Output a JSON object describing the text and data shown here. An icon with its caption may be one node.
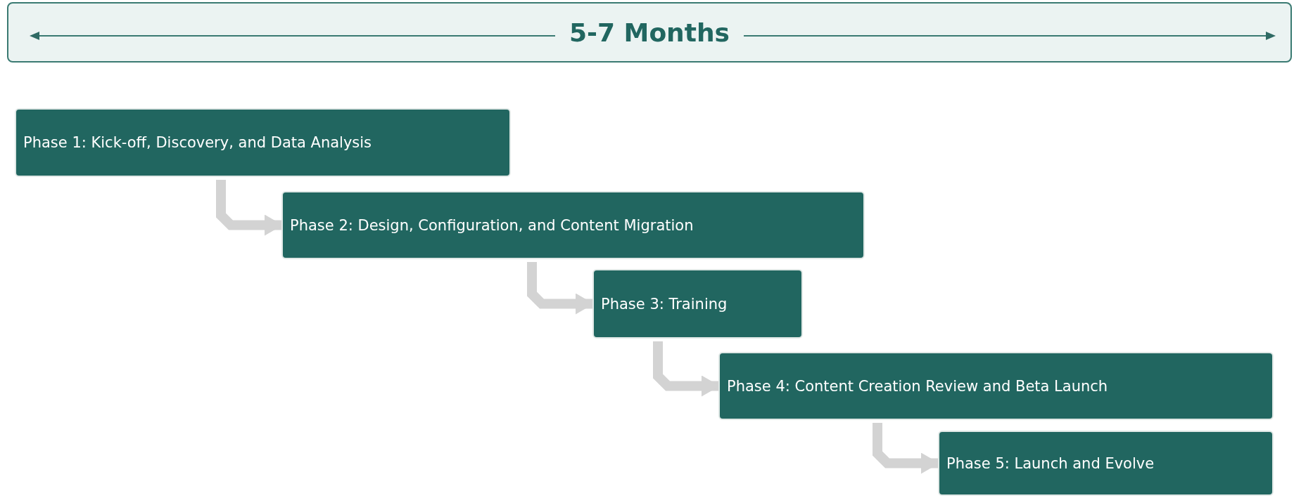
{
  "diagram": {
    "nodes": [
      {
        "text": [
          "5-7 Months"
        ]
      },
      {
        "text": [
          "Phase 1: Kick-off, Discovery, and Data Analysis"
        ]
      },
      {
        "text": [
          "Phase 2: Design, Configuration, and Content Migration"
        ]
      },
      {
        "text": [
          "Phase 3: Training"
        ]
      },
      {
        "text": [
          "Phase 4: Content Creation Review and Beta Launch"
        ]
      },
      {
        "text": [
          "Phase 5: Launch and Evolve"
        ]
      }
    ],
    "edges": [
      {
        "from": 1,
        "to": 2,
        "arrow": "to"
      },
      {
        "from": 2,
        "to": 3,
        "arrow": "to"
      },
      {
        "from": 3,
        "to": 4,
        "arrow": "to"
      },
      {
        "from": 4,
        "to": 5,
        "arrow": "to"
      }
    ]
  }
}
